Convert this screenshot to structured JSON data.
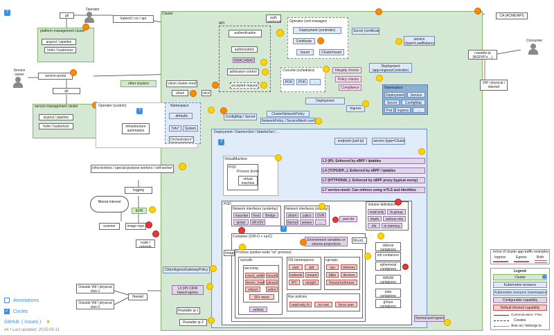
{
  "nodes": {
    "cluster": "Cluster",
    "operator": "Operator",
    "git_top": "git",
    "kubectl": "kubectl / cic / api",
    "platform_mgmt": "platform-management cluster",
    "argocd_top": "argocd / pipeline",
    "helm_top": "helm / kustomize",
    "service_owner": "Service owner",
    "service_portal": "service-portal",
    "git_mid": "git",
    "service_mgmt": "service-management cluster",
    "argocd_bot": "argocd / pipeline",
    "helm_bot": "helm / kustomize",
    "api": "API",
    "authentication": "authentication",
    "authorization": "authorization",
    "rbac": "RBAC/ABAC",
    "admission": "admission-control",
    "accepted": "accepted-requests",
    "auth_webhook": "auth webhook",
    "etcd": "etcd",
    "other_clusters": "other clusters",
    "cilium_mesh": "cilium cluster-mesh",
    "cilium": "cilium",
    "operator_cm": "Operator (cert-manager)",
    "deployment_controller": "Deployment (controller)",
    "certificate": "Certificate",
    "issuer": "Issuer",
    "cluster_issuer": "ClusterIssuer",
    "secret_cert": "Secret (certificate)",
    "ca": "CA (ACME/API)",
    "service_lb": "service (type=LoadBalancer)",
    "routable_ip": "routable-ip (BGP/IP's ...)",
    "consumer": "Consumer",
    "vm_physical": "VM / physical / internet",
    "deployment_ingress": "Deployment (app+IngressController)",
    "namespace_right": "Namespace",
    "ns_deployment": "Deployment",
    "ns_service": "Service",
    "ns_secret": "Secret",
    "ns_configmap": "ConfigMap",
    "ns_pod": "Pod",
    "ns_ingress": "Ingress",
    "ns_more": "...",
    "cronjob": "CronJob (schedules)",
    "pod1": "POD",
    "pod2": "POD",
    "pod_more": "...",
    "integrity": "Integrity checks",
    "policy": "Policy checks",
    "compliance": "Compliance",
    "deployment_mid": "Deployment",
    "ingress_mid": "Ingress",
    "operator_custom": "Operator (custom)",
    "namespace_left": "Namespace",
    "defaults": "..defaults",
    "tofu": "Tofu*",
    "system": "System",
    "infra_automation": "infrastructure automation",
    "orchestrators": "Orchestrators*",
    "configmap_secret": "ConfigMap / Secret",
    "clusternetpolicy": "ClusterNetworkPolicy",
    "netpolicy": "NetworkPolicy / ServiceMesh config",
    "deployment_set": "Deployment / DaemonSet / StatefulSet / ...",
    "endpoint": "endpoint (pod-ip)",
    "service_clusterip": "service (type=ClusterIP)",
    "l3": "L3 (IP): Enforced by eBPF / iptables",
    "l4": "L4 (TCP/UDP...): Enforced by eBPF / iptables",
    "l7": "L7 (HTTP/DNS/..): Enforced by eBPF proxy (typical envoy)",
    "l7mesh": "L7 service-mesh: Can enforce using mTLS and identities",
    "virtual_machine": "VirtualMachine",
    "pod_kvm": "POD",
    "process_kvm": "Process (kvm)",
    "vm_inner": "virtual machine",
    "infra_workers": "infra-workers / special-purpose workers / self-worker",
    "logging": "logging",
    "filtered_internet": "filtered internet",
    "edr": "EDR",
    "scanner": "scanner",
    "image_repo": "image repo",
    "node_network": "node / network",
    "pod_main": "POD",
    "ni_underlay": "Network interfaces (underlay)",
    "macvlan": "macvlan",
    "host": "host",
    "bridge": "Bridge",
    "ipvlan": "ipvlan",
    "sriov": "SR-IOV",
    "ni_overlay": "Network interfaces (overlay)",
    "ov_cilium": "cilium",
    "ov_calico": "calico",
    "ov_ovn": "OVN",
    "ov_flannel": "flannel",
    "ov_weave": "weave",
    "ov_more": "...",
    "port_rbt": "port-rbt",
    "volume_defs": "Volume definitions",
    "read_only": "read-only",
    "fs_group": "fs-group",
    "tmpfs": "tmpfs",
    "selinux_mls": "selinux-mls",
    "nfs": "nfs",
    "in_memory": "in memory",
    "container": "Container (CRI-O + runC)",
    "image": "Image",
    "env_vars": "Environment variables or volume-projections",
    "mount": "Mount, ...",
    "sidecar": "sidecar containers",
    "init": "init containers",
    "ephemeral": "ephemeral containers",
    "wasm": "WASM containers",
    "kata": "kata containers",
    "gvisor": "gVisor containers",
    "process_worker": "Process (worker-node \"os\" process)",
    "syscalls": "syscalls",
    "seccomp": "seccomp",
    "sc_clock": "clock_settime",
    "sc_mount": "mount",
    "sc_kexec": "kexec_load",
    "sc_ptrace": "ptrace",
    "sc_reboot": "reboot",
    "sc_setns": "setns",
    "sc_more": "50+ more",
    "selinux": "selinux",
    "os_namespaces": "OS-namespaces",
    "ns_user": "user",
    "ns_pid": "pid",
    "ns_network": "network",
    "ns_mount": "mount",
    "ns_ipc": "IPC",
    "ns_uts": "uts/gid",
    "cgroups": "cgroups",
    "cg_cpu": "cpu",
    "cg_memory": "memory",
    "cg_blkio": "blkio",
    "cg_devices": "devices",
    "cg_freezer": "freezer/unfreeze",
    "run_policies": "Run policies",
    "rp_readonly": "read-only fs",
    "rp_noroot": "no root",
    "rp_forceuser": "force user",
    "cilium_egress": "CiliumEgressGatewayPolicy",
    "l3_egress": "L3 (IP) CIDR based egress",
    "outside_vm1": "Outside VM / physical vlan-1",
    "outside_vm2": "Outside VM / physical vlan-2",
    "firewall": "firewall",
    "routable_ip1": "Routable ip-1",
    "routable_ip2": "Routable ip-2",
    "normal_egress": "Normal pod egress"
  },
  "inout": {
    "title": "In/out of cluster app-traffic examples",
    "ingress": "Ingress",
    "egress": "Egress",
    "both": "Both"
  },
  "legend": {
    "title": "Legend",
    "cluster": "Cluster",
    "k8s": "Kubernetes resource",
    "k8s_ns": "Kubernetes resource (namespaced)",
    "configurable": "Configurable capability",
    "default_blocked": "Default blocked capability",
    "comm": "Communication / Flow",
    "creates": "Creates",
    "acts_on": "Acts on / belongs to"
  },
  "footer": {
    "annotations": "Annotations",
    "circles": "Circles",
    "github": "GitHub",
    "issues": "( issues )",
    "version": "v4 • Last updated: 2025-05-11"
  },
  "colors": {
    "cluster_bg": "#d5e8d4",
    "k8s_resource": "#dae8fc",
    "namespaced": "#e1ecfa",
    "configurable": "#f3dff0",
    "default_blocked": "#f8cecc",
    "circle_yellow": "#ffd400",
    "circle_orange": "#ff8a00",
    "circle_red": "#e53935",
    "info_icon": "#3b8ee8"
  }
}
